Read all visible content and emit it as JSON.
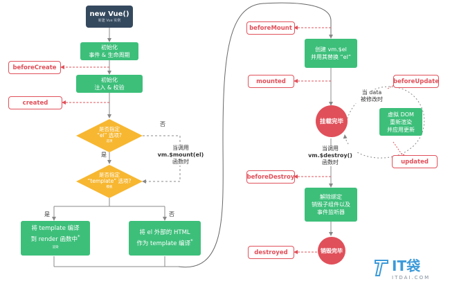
{
  "nodes": {
    "new_vue": {
      "title": "new Vue()",
      "subtitle": "新建 Vue 实例"
    },
    "init_events": {
      "line1": "初始化",
      "line2": "事件 & 生命周期"
    },
    "init_inject": {
      "line1": "初始化",
      "line2": "注入 & 校验"
    },
    "diamond_el": {
      "line1": "是否指定",
      "line2": "“el” 选项?",
      "note": "选项"
    },
    "diamond_template": {
      "line1": "是否指定",
      "line2": "“template” 选项?",
      "note": "模板"
    },
    "compile_template": {
      "line1": "将 template 编译",
      "line2": "到 render 函数中",
      "note": "渲染"
    },
    "compile_outer": {
      "line1": "将 el 外部的 HTML",
      "line2": "作为 template 编译"
    },
    "create_el": {
      "line1": "创建 vm.$el",
      "line2": "并用其替换 “el”"
    },
    "mounted_circle": {
      "label": "挂载完毕"
    },
    "rerender": {
      "line1": "虚拟 DOM",
      "line2": "重新渲染",
      "line3": "并应用更新"
    },
    "teardown": {
      "line1": "解除绑定",
      "line2": "销毁子组件以及",
      "line3": "事件监听器"
    },
    "destroyed_circle": {
      "label": "销毁完毕"
    }
  },
  "hooks": {
    "beforeCreate": "beforeCreate",
    "created": "created",
    "beforeMount": "beforeMount",
    "mounted": "mounted",
    "beforeUpdate": "beforeUpdate",
    "updated": "updated",
    "beforeDestroy": "beforeDestroy",
    "destroyed": "destroyed"
  },
  "labels": {
    "no_1": "否",
    "yes_1": "是",
    "call_mount_1": "当调用",
    "call_mount_2": "vm.$mount(el)",
    "call_mount_3": "函数时",
    "yes_2": "是",
    "no_2": "否",
    "data_change_1": "当 data",
    "data_change_2": "被修改时",
    "call_destroy_1": "当调用",
    "call_destroy_2": "vm.$destroy()",
    "call_destroy_3": "函数时",
    "star_1": "*",
    "star_2": "*"
  },
  "watermark": {
    "brand": "IT袋",
    "url": "ITDAI.COM"
  },
  "colors": {
    "green": "#3dbf7a",
    "dark": "#35495e",
    "red": "#e0505a",
    "orange": "#f7b731",
    "gray_line": "#888888",
    "watermark_blue": "#3c9ad8"
  }
}
